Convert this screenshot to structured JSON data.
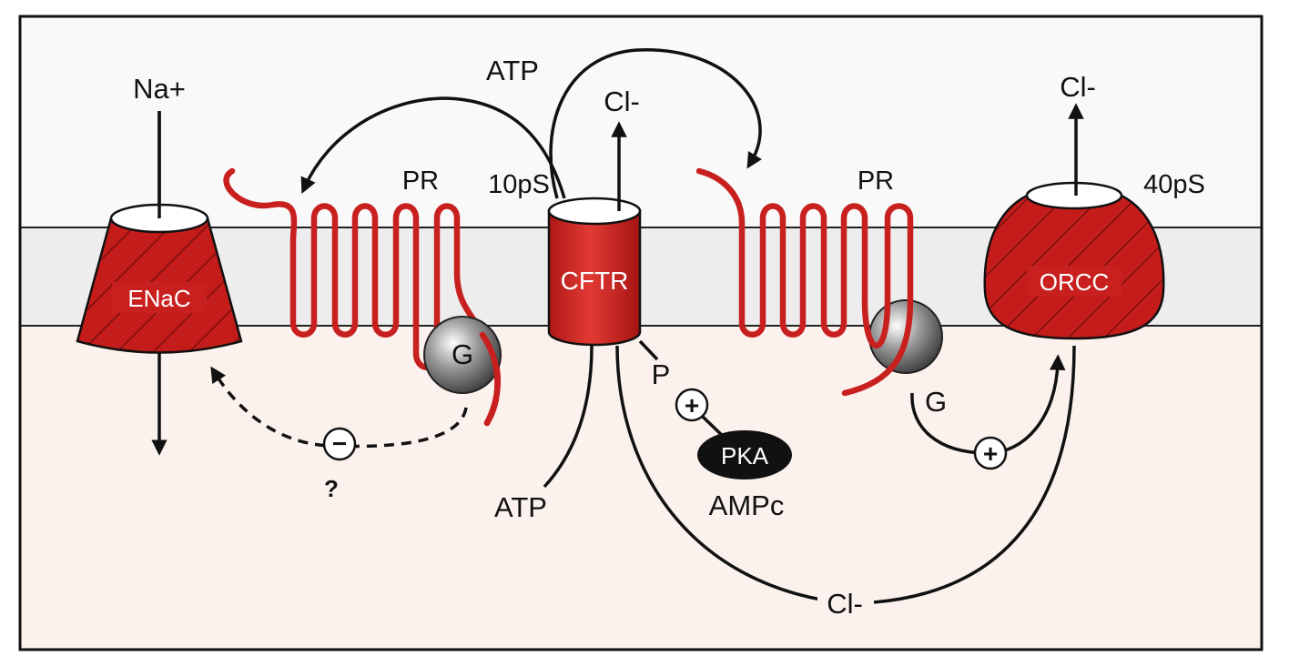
{
  "labels": {
    "na_plus": "Na+",
    "cl_minus_top": "Cl-",
    "cl_minus_right": "Cl-",
    "cl_minus_bottom": "Cl-",
    "atp_top": "ATP",
    "atp_bottom": "ATP",
    "pr_left": "PR",
    "pr_right": "PR",
    "conductance_cftr": "10pS",
    "conductance_orcc": "40pS",
    "enac": "ENaC",
    "cftr": "CFTR",
    "orcc": "ORCC",
    "g_left": "G",
    "g_right": "G",
    "p": "P",
    "pka": "PKA",
    "ampc": "AMPc",
    "question": "?",
    "plus_sign": "+",
    "minus_sign": "−"
  },
  "colors": {
    "channel_red": "#c8201e",
    "membrane_band": "#ededed",
    "cytoplasm": "#fbf1ed",
    "outside": "#f9f9f9",
    "ink": "#111111"
  }
}
